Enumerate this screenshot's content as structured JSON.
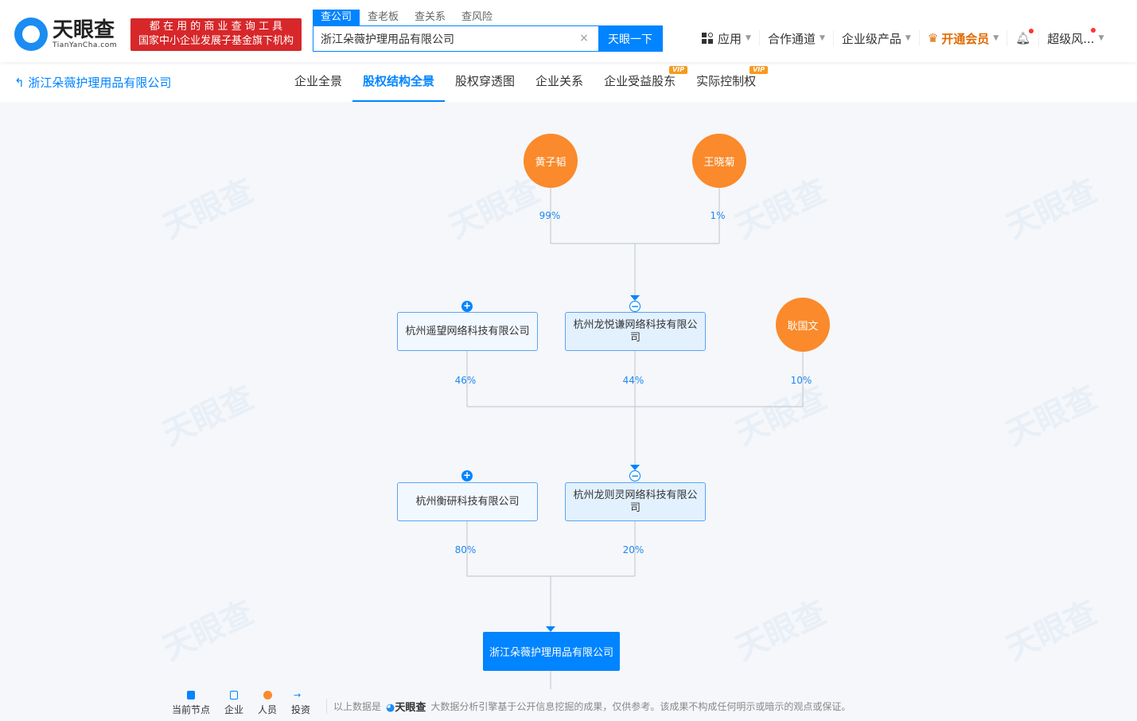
{
  "header": {
    "logo_cn": "天眼查",
    "logo_en": "TianYanCha.com",
    "slogan_line1": "都 在 用 的 商 业 查 询 工 具",
    "slogan_line2": "国家中小企业发展子基金旗下机构",
    "search_tabs": [
      "查公司",
      "查老板",
      "查关系",
      "查风险"
    ],
    "search_value": "浙江朵薇护理用品有限公司",
    "search_button": "天眼一下",
    "nav": {
      "apps": "应用",
      "cooperation": "合作通道",
      "enterprise": "企业级产品",
      "vip": "开通会员",
      "user": "超级风..."
    }
  },
  "subnav": {
    "company": "浙江朵薇护理用品有限公司",
    "tabs": [
      "企业全景",
      "股权结构全景",
      "股权穿透图",
      "企业关系",
      "企业受益股东",
      "实际控制权"
    ],
    "vip_badge": "VIP"
  },
  "graph": {
    "persons": {
      "p1": "黄子韬",
      "p2": "王晓菊",
      "p3": "耿国文"
    },
    "companies": {
      "c1": "杭州遥望网络科技有限公司",
      "c2": "杭州龙悦谦网络科技有限公司",
      "c3": "杭州衡研科技有限公司",
      "c4": "杭州龙则灵网络科技有限公司",
      "target": "浙江朵薇护理用品有限公司"
    },
    "percents": {
      "p1_c2": "99%",
      "p2_c2": "1%",
      "c1_c4": "46%",
      "c2_c4": "44%",
      "p3_c4": "10%",
      "c3_t": "80%",
      "c4_t": "20%"
    }
  },
  "legend": {
    "current": "当前节点",
    "company": "企业",
    "person": "人员",
    "invest": "投资"
  },
  "disclaimer": {
    "prefix": "以上数据是",
    "brand": "天眼查",
    "text": "大数据分析引擎基于公开信息挖掘的成果，仅供参考。该成果不构成任何明示或暗示的观点或保证。"
  },
  "colors": {
    "accent": "#0084ff",
    "person": "#fa8a2b",
    "vip": "#e06a00"
  }
}
